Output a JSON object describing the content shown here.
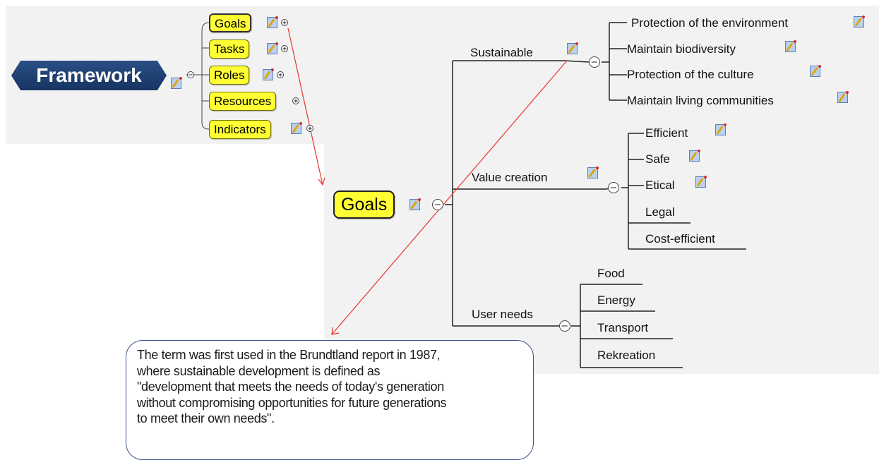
{
  "top_panel": {
    "root": "Framework",
    "branches": [
      {
        "label": "Goals",
        "expanded": false
      },
      {
        "label": "Tasks",
        "expanded": false
      },
      {
        "label": "Roles",
        "expanded": false
      },
      {
        "label": "Resources",
        "expanded": false
      },
      {
        "label": "Indicators",
        "expanded": false
      }
    ]
  },
  "goals_map": {
    "center": "Goals",
    "categories": [
      {
        "label": "Sustainable",
        "children": [
          "Protection of the environment",
          "Maintain biodiversity",
          "Protection of the culture",
          "Maintain living communities"
        ]
      },
      {
        "label": "Value creation",
        "children": [
          "Efficient",
          "Safe",
          "Etical",
          "Legal",
          "Cost-efficient"
        ]
      },
      {
        "label": "User needs",
        "children": [
          "Food",
          "Energy",
          "Transport",
          "Rekreation"
        ]
      }
    ]
  },
  "callout": {
    "lines": [
      "The term was first used in the Brundtland report in 1987,",
      "where sustainable development is defined as",
      "\"development that meets the needs of today's generation",
      "without compromising opportunities for future generations",
      "to meet their own needs\"."
    ]
  },
  "colors": {
    "topic_fill": "#ffff33",
    "root_fill": "#1f4277",
    "arrow": "#e8352f",
    "callout_border": "#3a4f8c"
  }
}
